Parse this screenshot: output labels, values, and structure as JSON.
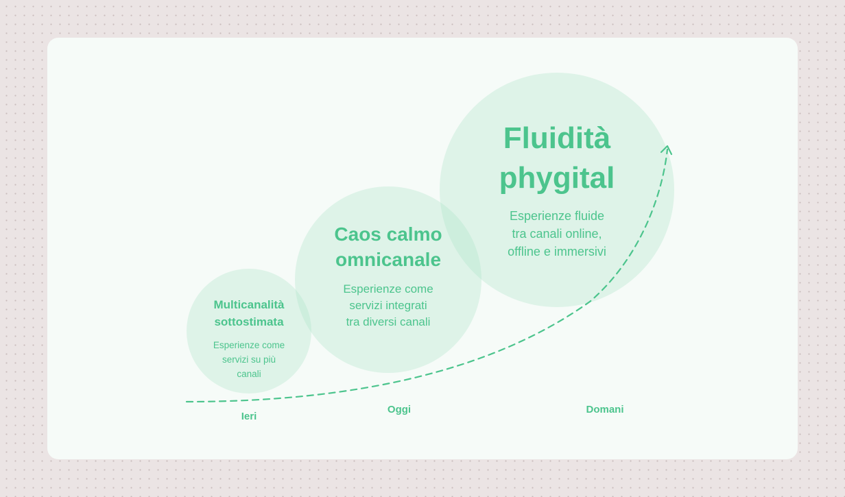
{
  "colors": {
    "accent": "#4cc48d",
    "bubble": "#ace2c8",
    "card": "#f6fbf8",
    "background": "#ebe4e4"
  },
  "stages": [
    {
      "title": "Multicanalità sottostimata",
      "description": "Esperienze come servizi su più canali",
      "time_label": "Ieri"
    },
    {
      "title": "Caos calmo omnicanale",
      "description": "Esperienze come servizi integrati tra diversi canali",
      "time_label": "Oggi"
    },
    {
      "title": "Fluidità phygital",
      "description": "Esperienze fluide tra canali online, offline e immersivi",
      "time_label": "Domani"
    }
  ],
  "lines": {
    "stage0_title": [
      "Multicanalità",
      "sottostimata"
    ],
    "stage0_desc": [
      "Esperienze come",
      "servizi su più",
      "canali"
    ],
    "stage1_title": [
      "Caos calmo",
      "omnicanale"
    ],
    "stage1_desc": [
      "Esperienze come",
      "servizi integrati",
      "tra diversi canali"
    ],
    "stage2_title": [
      "Fluidità",
      "phygital"
    ],
    "stage2_desc": [
      "Esperienze fluide",
      "tra canali online,",
      "offline e immersivi"
    ]
  }
}
